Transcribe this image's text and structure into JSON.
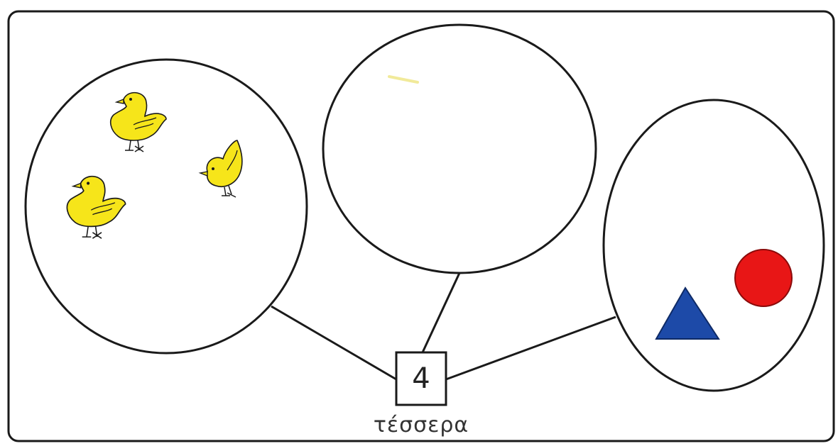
{
  "card": {
    "number": "4",
    "word": "τέσσερα"
  },
  "sets": [
    {
      "id": "set-chicks",
      "contents": "chick",
      "count": 3
    },
    {
      "id": "set-empty",
      "contents": "",
      "count": 0
    },
    {
      "id": "set-shapes",
      "contents": [
        "triangle",
        "circle"
      ],
      "count": 2
    }
  ],
  "colors": {
    "outline": "#1a1a1a",
    "chick_fill": "#f6e51a",
    "triangle_fill": "#1d4aa8",
    "circle_fill": "#e81616"
  },
  "icons": [
    "chick-icon",
    "triangle-shape",
    "circle-shape"
  ]
}
